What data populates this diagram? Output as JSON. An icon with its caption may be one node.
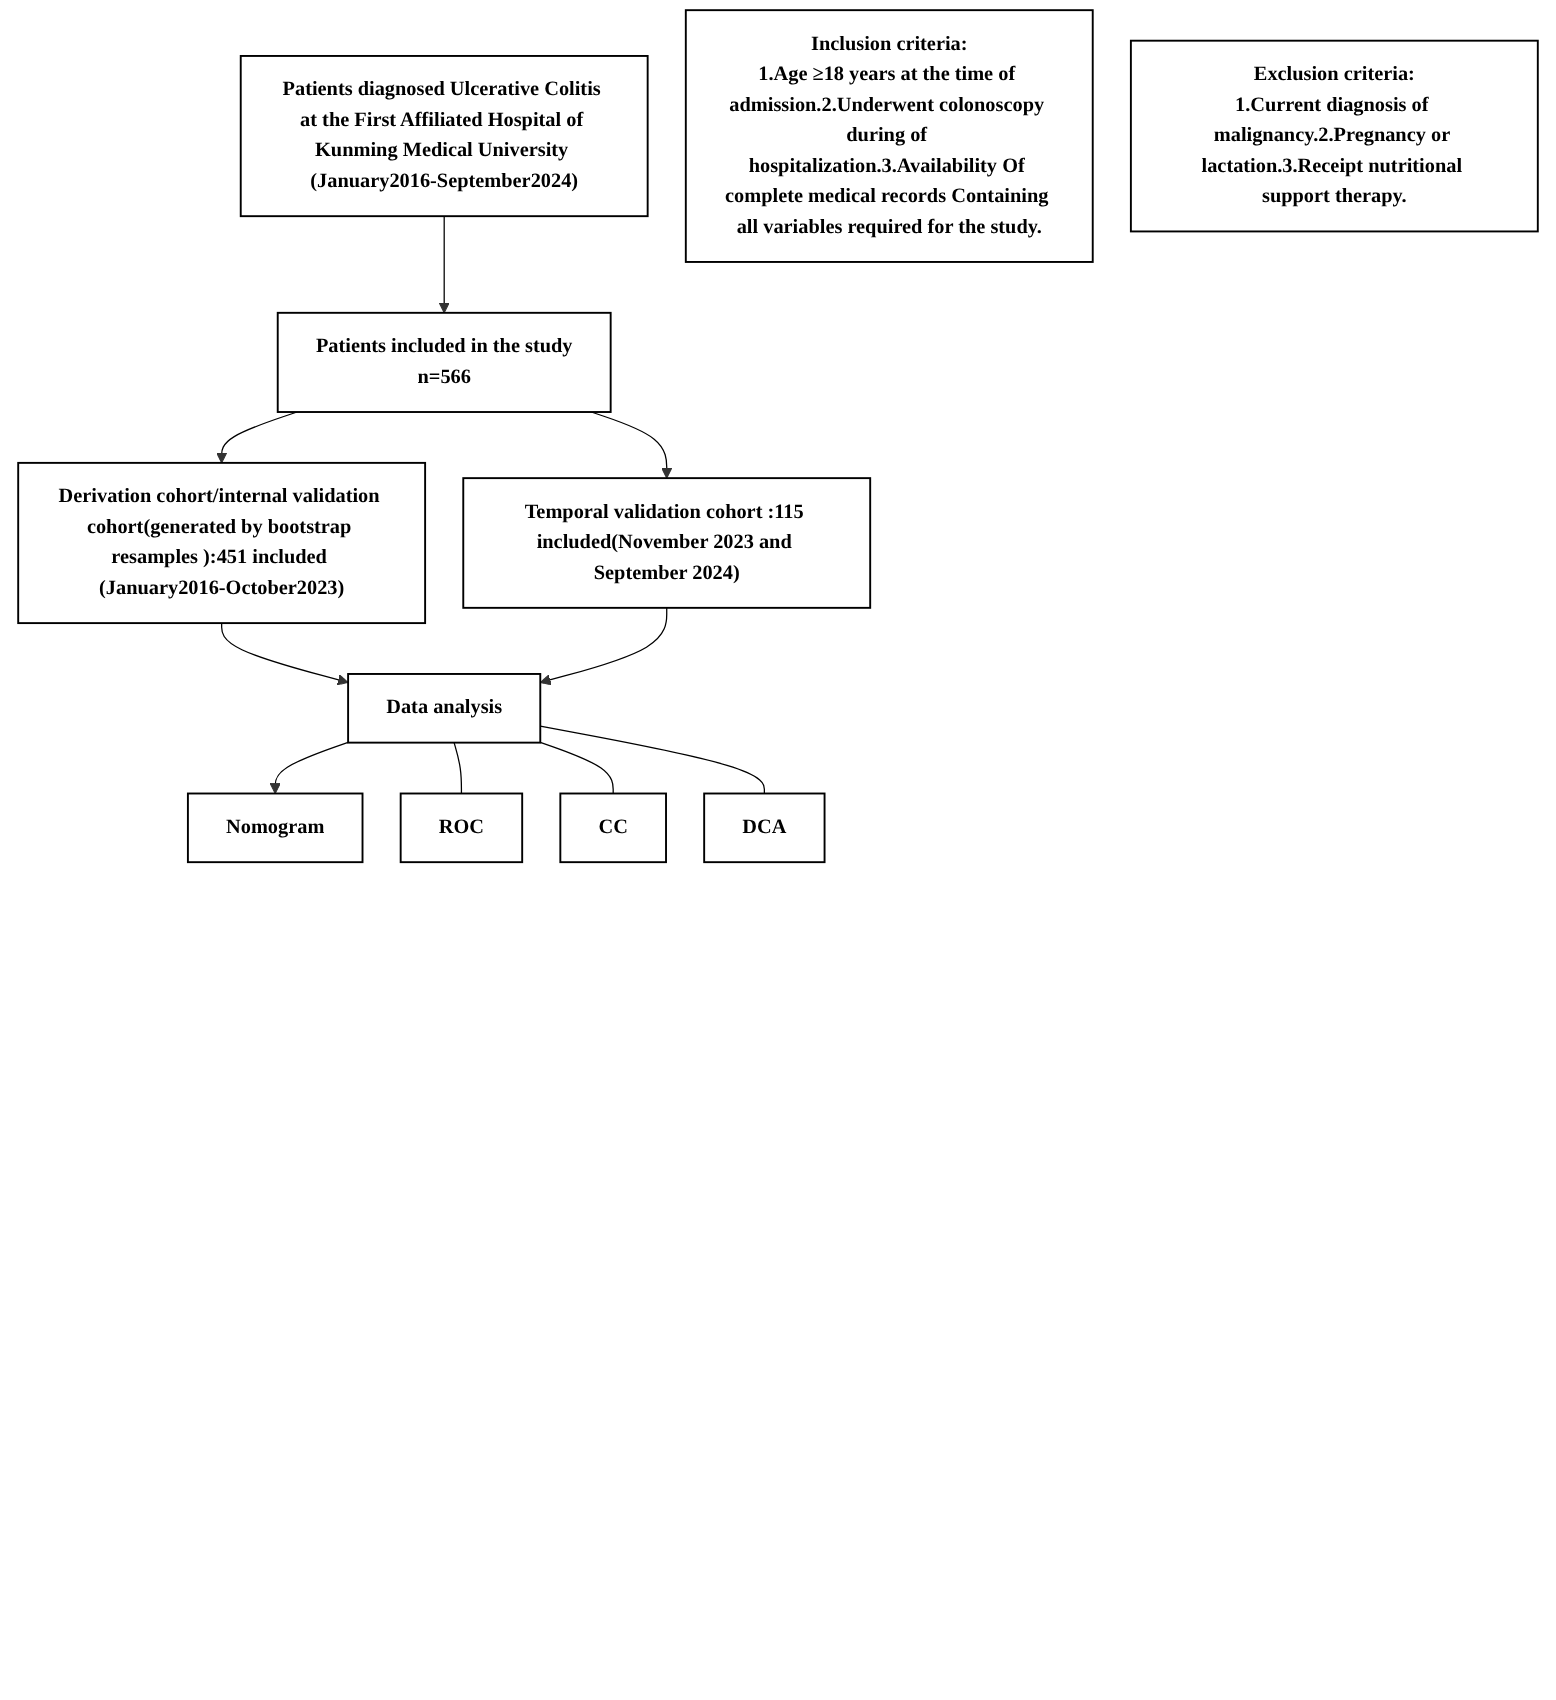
{
  "diagram": {
    "nodes": [
      {
        "text": [
          "Patients diagnosed Ulcerative Colitis at the First Affiliated Hospital of Kunming Medical University (January2016-September2024)"
        ]
      },
      {
        "text": [
          "Inclusion criteria:",
          "1.Age ≥18 years at the time of admission.2.Underwent colonoscopy during of hospitalization.3.Availability Of complete medical records Containing all variables required for the study."
        ]
      },
      {
        "text": [
          "Exclusion criteria:",
          "1.Current diagnosis of malignancy.2.Pregnancy or lactation.3.Receipt nutritional support therapy."
        ]
      },
      {
        "text": [
          "Patients included in the study",
          "n=566"
        ]
      },
      {
        "text": [
          "Derivation cohort/internal validation cohort(generated by bootstrap resamples ):451 included (January2016-October2023)"
        ]
      },
      {
        "text": [
          "Temporal validation cohort :115 included(November 2023 and September 2024)"
        ]
      },
      {
        "text": [
          "Data analysis"
        ]
      },
      {
        "text": [
          "Nomogram"
        ]
      },
      {
        "text": [
          "ROC"
        ]
      },
      {
        "text": [
          "CC"
        ]
      },
      {
        "text": [
          "DCA"
        ]
      }
    ],
    "edges": [
      {
        "from": 0,
        "to": 3,
        "arrow": "to"
      },
      {
        "from": 3,
        "to": 4,
        "arrow": "to"
      },
      {
        "from": 3,
        "to": 5,
        "arrow": "to"
      },
      {
        "from": 4,
        "to": 6,
        "arrow": "to"
      },
      {
        "from": 5,
        "to": 6,
        "arrow": "to"
      },
      {
        "from": 6,
        "to": 7,
        "arrow": "to"
      },
      {
        "from": 6,
        "to": 8,
        "arrow": "none"
      },
      {
        "from": 6,
        "to": 9,
        "arrow": "none"
      },
      {
        "from": 6,
        "to": 10,
        "arrow": "none"
      }
    ]
  }
}
